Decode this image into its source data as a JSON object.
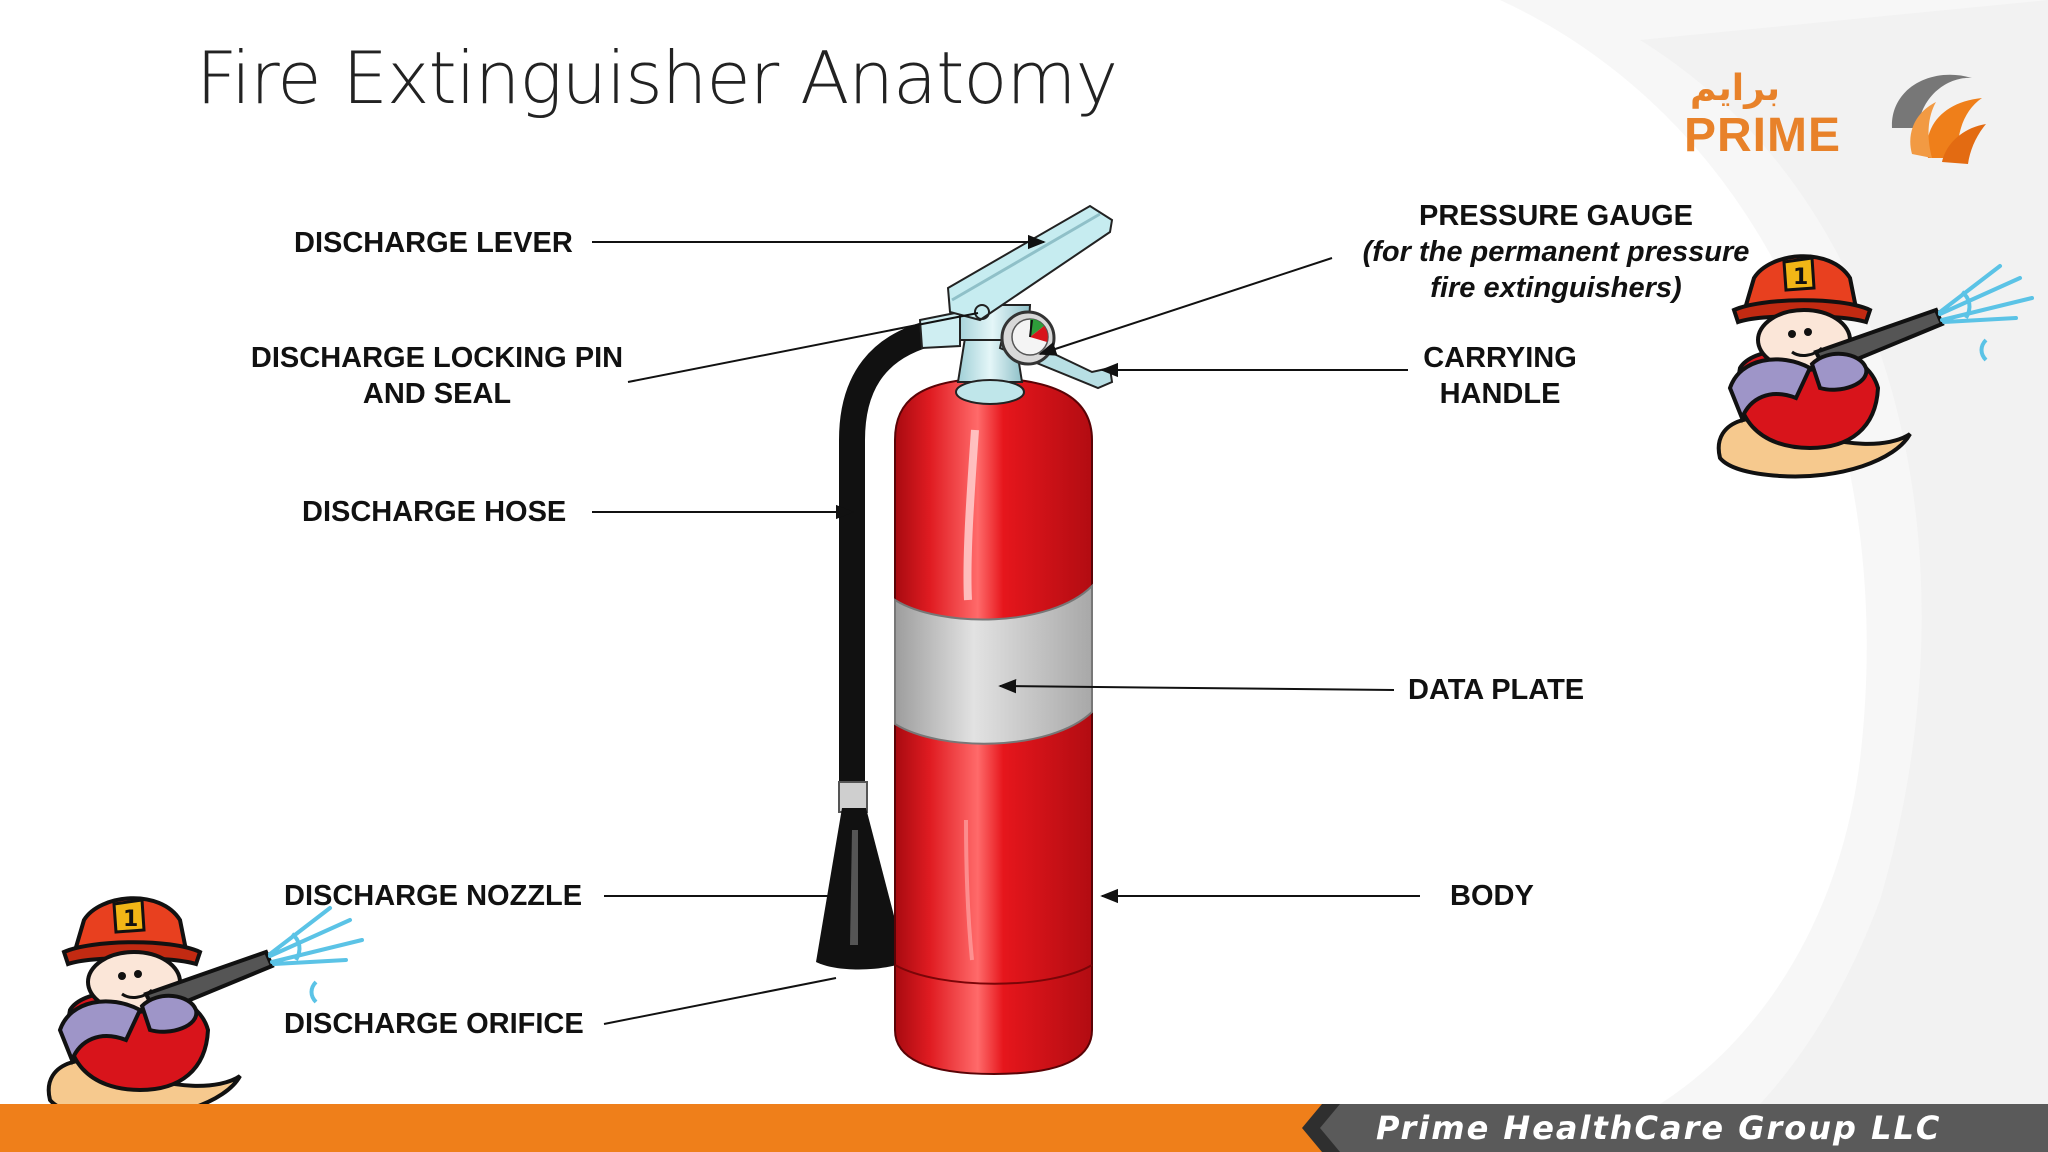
{
  "title": "Fire Extinguisher Anatomy",
  "logo": {
    "arabic": "برايم",
    "english": "PRIME"
  },
  "footer": {
    "company": "Prime HealthCare Group LLC"
  },
  "labels": {
    "discharge_lever": "DISCHARGE LEVER",
    "locking_pin_line1": "DISCHARGE LOCKING PIN",
    "locking_pin_line2": "AND SEAL",
    "discharge_hose": "DISCHARGE HOSE",
    "discharge_nozzle": "DISCHARGE NOZZLE",
    "discharge_orifice": "DISCHARGE ORIFICE",
    "pressure_gauge": "PRESSURE GAUGE",
    "pressure_gauge_note_line1": "(for the permanent pressure",
    "pressure_gauge_note_line2": "fire extinguishers)",
    "carrying_handle_line1": "CARRYING",
    "carrying_handle_line2": "HANDLE",
    "data_plate": "DATA PLATE",
    "body": "BODY"
  },
  "mascot_badge": "1",
  "colors": {
    "accent_orange": "#ef7f1a",
    "footer_dark": "#4a4a4a",
    "cylinder_red": "#d8141b",
    "band_gray": "#c9c9c9",
    "hose_black": "#111111",
    "lever_blue": "#bfe6ea"
  }
}
